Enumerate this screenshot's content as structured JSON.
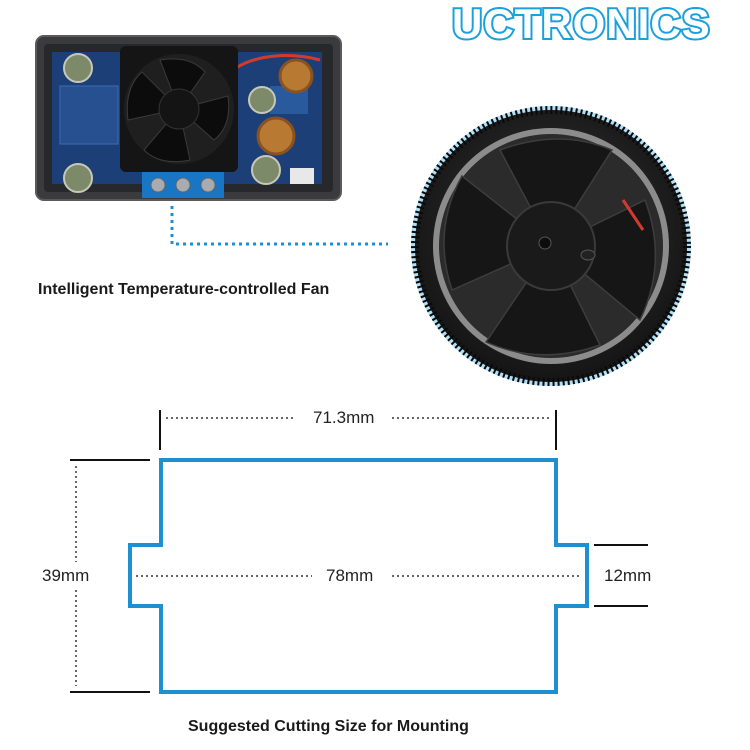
{
  "brand": {
    "logo_text": "UCTRONICS",
    "accent_color": "#1aa0dc"
  },
  "feature": {
    "caption": "Intelligent Temperature-controlled Fan"
  },
  "diagram": {
    "caption": "Suggested Cutting Size for Mounting",
    "outline_color": "#1e90d0",
    "dimensions": {
      "top_width": "71.3mm",
      "total_width": "78mm",
      "height": "39mm",
      "tab_height": "12mm"
    }
  }
}
